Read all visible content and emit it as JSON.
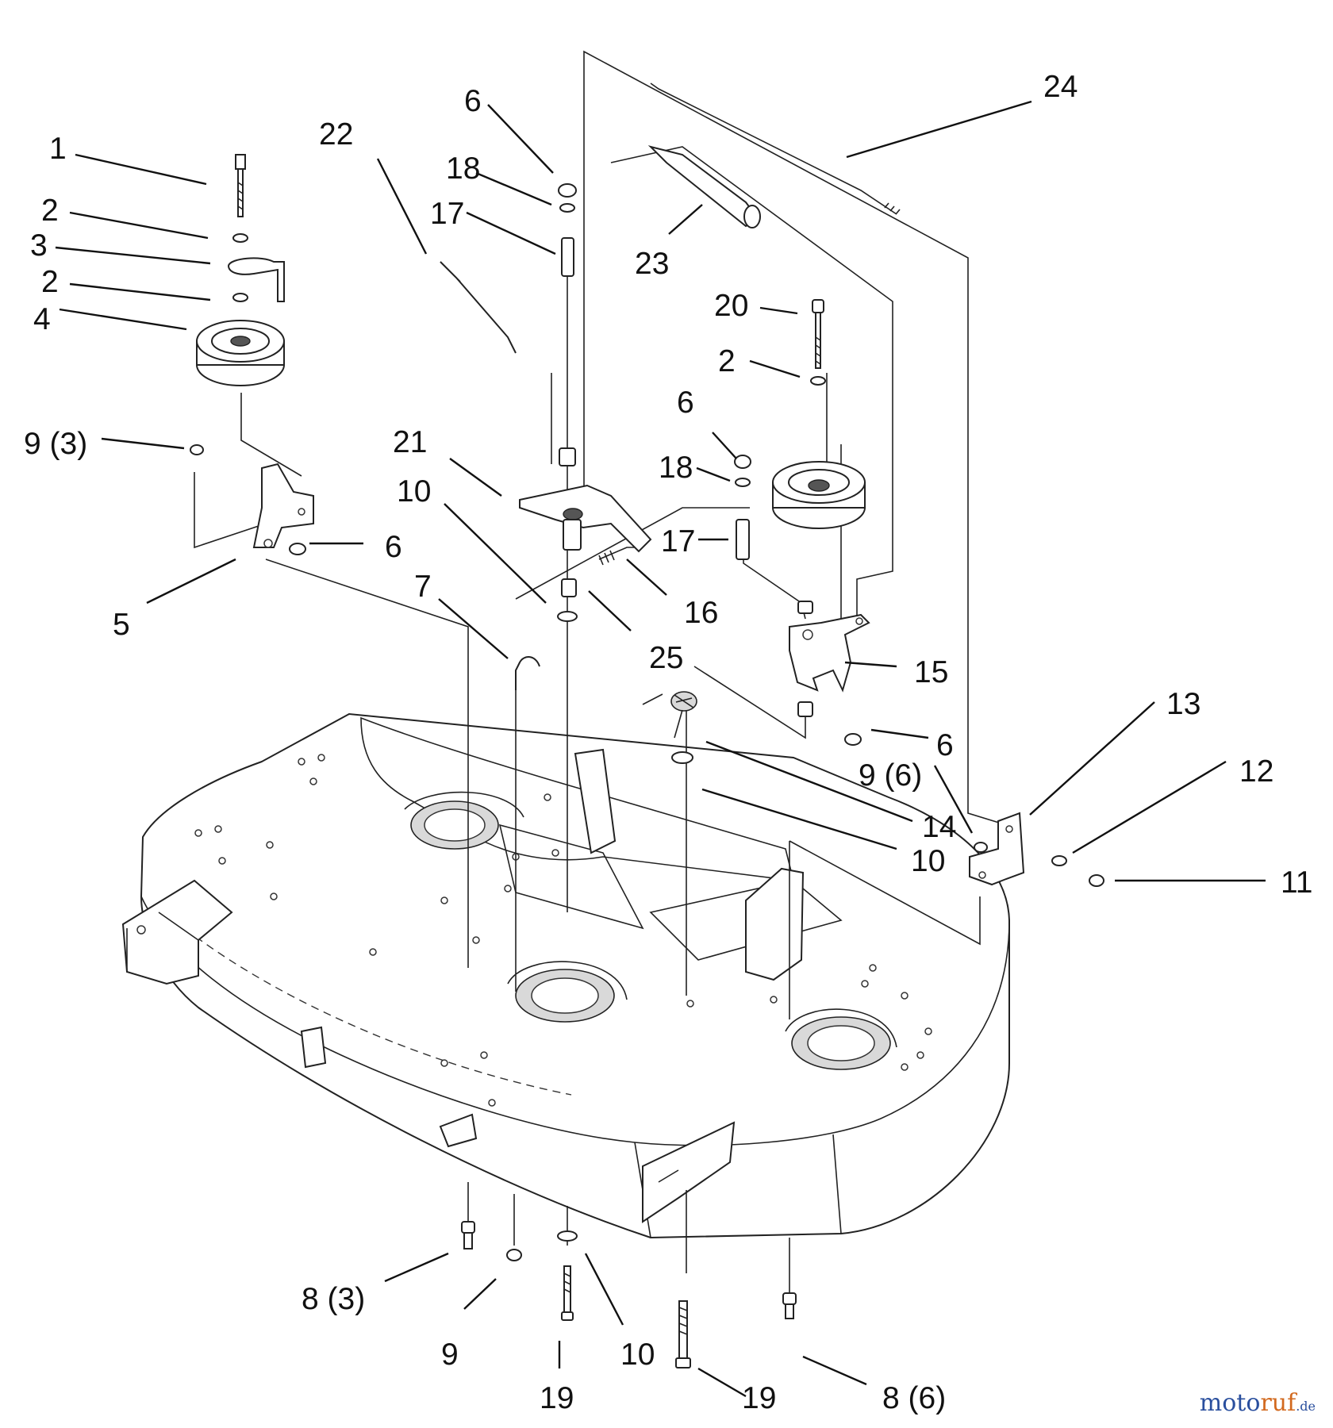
{
  "callouts": [
    {
      "id": "c1",
      "text": "1"
    },
    {
      "id": "c2a",
      "text": "2"
    },
    {
      "id": "c3",
      "text": "3"
    },
    {
      "id": "c2b",
      "text": "2"
    },
    {
      "id": "c4",
      "text": "4"
    },
    {
      "id": "c9_3",
      "text": "9 (3)"
    },
    {
      "id": "c5",
      "text": "5"
    },
    {
      "id": "c6a",
      "text": "6"
    },
    {
      "id": "c22",
      "text": "22"
    },
    {
      "id": "c6b",
      "text": "6"
    },
    {
      "id": "c18a",
      "text": "18"
    },
    {
      "id": "c17a",
      "text": "17"
    },
    {
      "id": "c21",
      "text": "21"
    },
    {
      "id": "c10a",
      "text": "10"
    },
    {
      "id": "c7",
      "text": "7"
    },
    {
      "id": "c25",
      "text": "25"
    },
    {
      "id": "c16",
      "text": "16"
    },
    {
      "id": "c24",
      "text": "24"
    },
    {
      "id": "c23",
      "text": "23"
    },
    {
      "id": "c20",
      "text": "20"
    },
    {
      "id": "c2c",
      "text": "2"
    },
    {
      "id": "c6c",
      "text": "6"
    },
    {
      "id": "c18b",
      "text": "18"
    },
    {
      "id": "c17b",
      "text": "17"
    },
    {
      "id": "c15",
      "text": "15"
    },
    {
      "id": "c6d",
      "text": "6"
    },
    {
      "id": "c9_6",
      "text": "9 (6)"
    },
    {
      "id": "c14",
      "text": "14"
    },
    {
      "id": "c10b",
      "text": "10"
    },
    {
      "id": "c13",
      "text": "13"
    },
    {
      "id": "c12",
      "text": "12"
    },
    {
      "id": "c11",
      "text": "11"
    },
    {
      "id": "c8_3",
      "text": "8 (3)"
    },
    {
      "id": "c9",
      "text": "9"
    },
    {
      "id": "c10c",
      "text": "10"
    },
    {
      "id": "c19a",
      "text": "19"
    },
    {
      "id": "c19b",
      "text": "19"
    },
    {
      "id": "c8_6",
      "text": "8 (6)"
    }
  ],
  "watermark": {
    "part1": "moto",
    "part2": "ruf",
    "part3": ".de"
  }
}
